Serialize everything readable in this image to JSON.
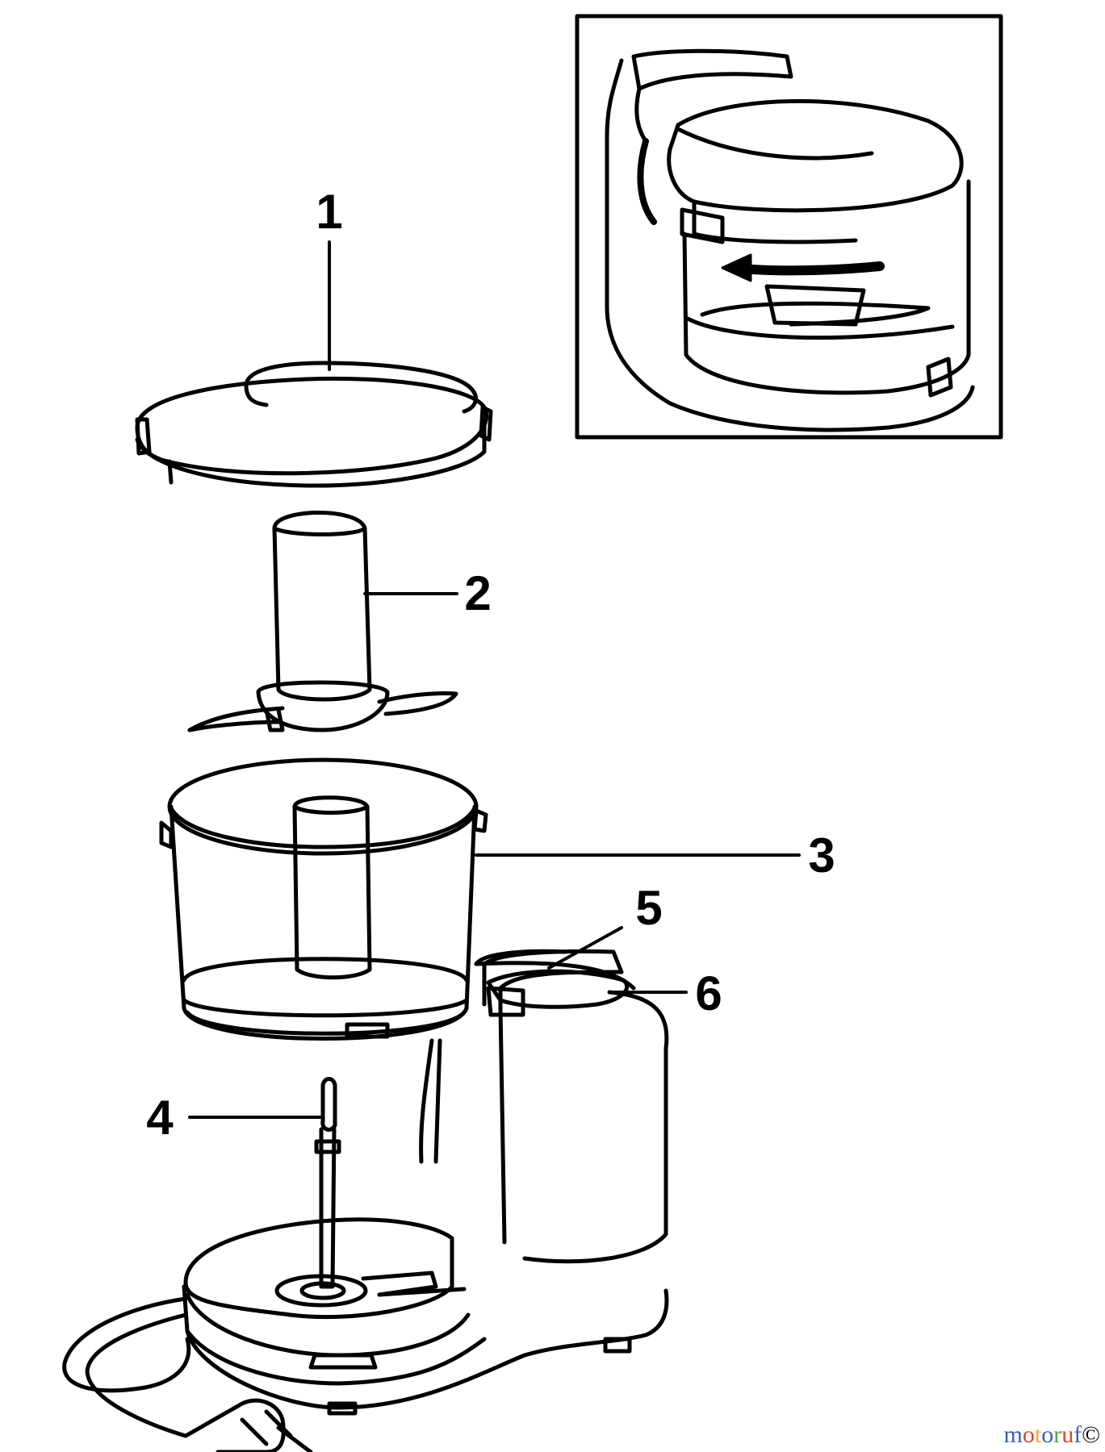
{
  "diagram": {
    "callouts": [
      {
        "id": "1",
        "label": "1"
      },
      {
        "id": "2",
        "label": "2"
      },
      {
        "id": "3",
        "label": "3"
      },
      {
        "id": "4",
        "label": "4"
      },
      {
        "id": "5",
        "label": "5"
      },
      {
        "id": "6",
        "label": "6"
      }
    ],
    "inset_arrow_meaning": "rotate-to-lock"
  },
  "watermark": {
    "letters": [
      "m",
      "o",
      "t",
      "o",
      "r",
      "u",
      "f"
    ],
    "letter_colors": [
      "#3a5fb8",
      "#e0442a",
      "#f0a92a",
      "#3a5fb8",
      "#4aa84a",
      "#e0442a",
      "#3a5fb8"
    ],
    "suffix": "©"
  }
}
